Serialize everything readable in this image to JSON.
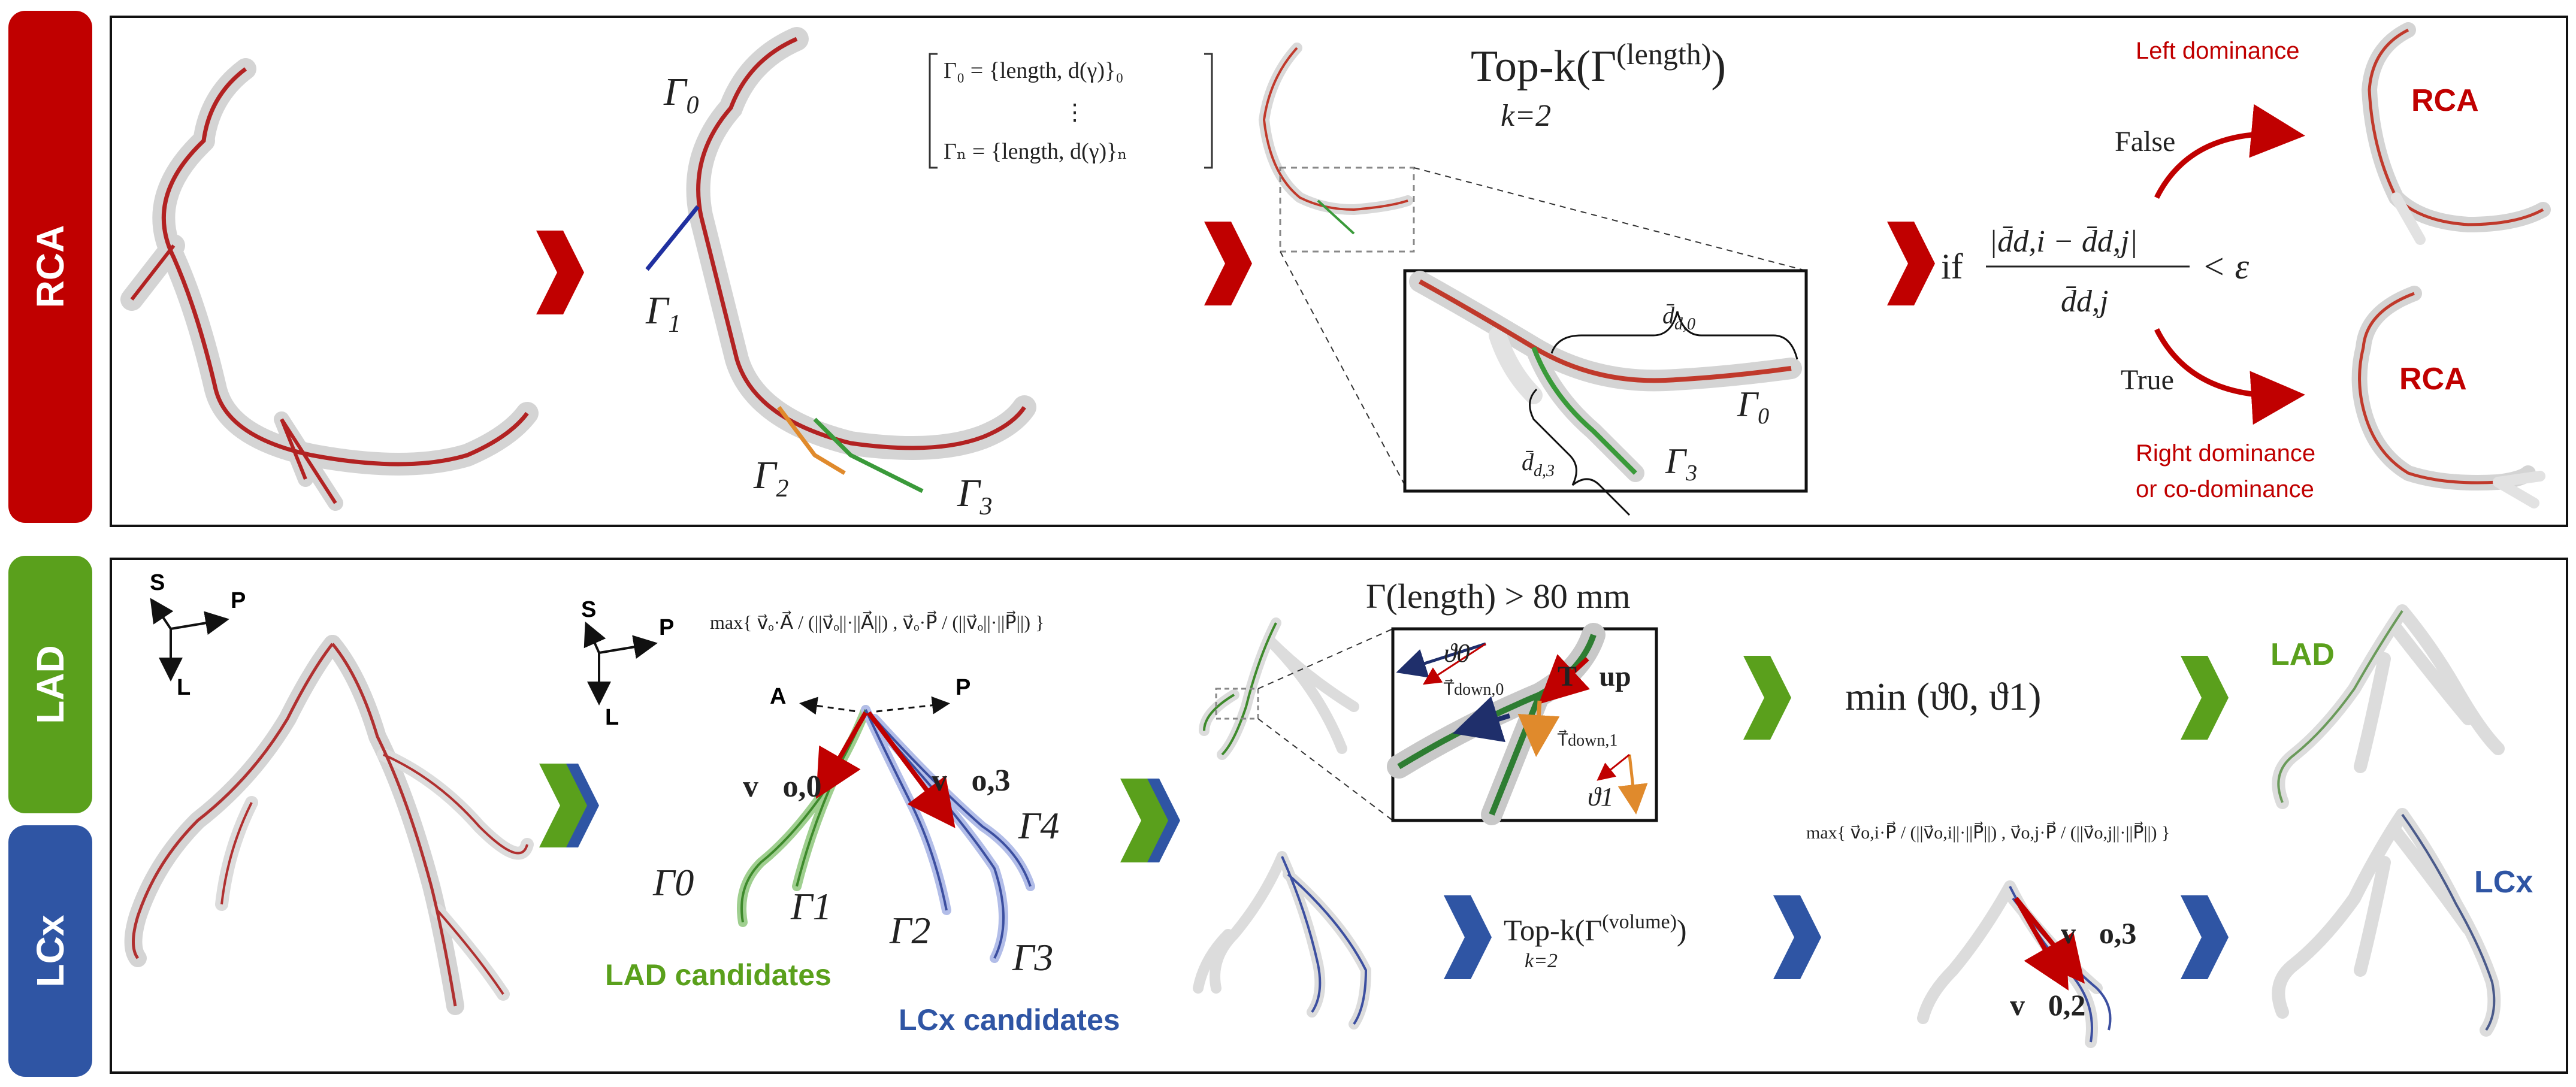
{
  "colors": {
    "rca": "#c00000",
    "lad": "#5aa01c",
    "lcx": "#2f55a4",
    "vessel": "#d9d9d9",
    "centerline": "#c0392b",
    "orange": "#e08a2c"
  },
  "side_labels": {
    "rca": "RCA",
    "lad": "LAD",
    "lcx": "LCx"
  },
  "rca": {
    "gamma0": "Γ",
    "gamma0_sub": "0",
    "gamma1_sub": "1",
    "gamma2_sub": "2",
    "gamma3_sub": "3",
    "matrix_row0": "Γ₀ = {length, d(γ)}₀",
    "matrix_dots": "⋮",
    "matrix_rown": "Γₙ = {length, d(γ)}ₙ",
    "topk_main": "Top-k(Γ",
    "topk_sup": "(length)",
    "topk_close": ")",
    "topk_sub": "k=2",
    "inset_d0": "d̄",
    "inset_d0_sub": "d,0",
    "inset_d3_sub": "d,3",
    "if_word": "if",
    "condition_num": "|d̄d,i − d̄d,j|",
    "condition_den": "d̄d,j",
    "condition_rhs": "< ε",
    "false_label": "False",
    "true_label": "True",
    "left_dominance": "Left dominance",
    "right_dominance_line1": "Right dominance",
    "right_dominance_line2": "or co-dominance",
    "result_rca_top": "RCA",
    "result_rca_bottom": "RCA"
  },
  "left": {
    "axis_s": "S",
    "axis_p": "P",
    "axis_l": "L",
    "axis_a": "A",
    "max_formula_top": "max{ v⃗ₒ·A⃗ / (||v⃗ₒ||·||A⃗||) , v⃗ₒ·P⃗ / (||v⃗ₒ||·||P⃗||) }",
    "vec_o0": "v⃗o,0",
    "vec_o3": "v⃗o,3",
    "g0": "Γ0",
    "g1": "Γ1",
    "g2": "Γ2",
    "g3": "Γ3",
    "g4": "Γ4",
    "lad_candidates": "LAD candidates",
    "lcx_candidates": "LCx candidates",
    "length_threshold": "Γ(length) > 80 mm",
    "theta0": "ϑ0",
    "theta1": "ϑ1",
    "t_down0": "T⃗down,0",
    "t_down1": "T⃗down,1",
    "t_up": "T⃗up",
    "min_formula": "min (ϑ0, ϑ1)",
    "topk_volume_main": "Top-k(Γ",
    "topk_volume_sup": "(volume)",
    "topk_volume_close": ")",
    "topk_volume_sub": "k=2",
    "max_formula_bottom": "max{ v⃗o,i·P⃗ / (||v⃗o,i||·||P⃗||) , v⃗o,j·P⃗ / (||v⃗o,j||·||P⃗||) }",
    "vec_o3_b": "v⃗o,3",
    "vec_02_b": "v⃗0,2",
    "result_lad": "LAD",
    "result_lcx": "LCx"
  }
}
